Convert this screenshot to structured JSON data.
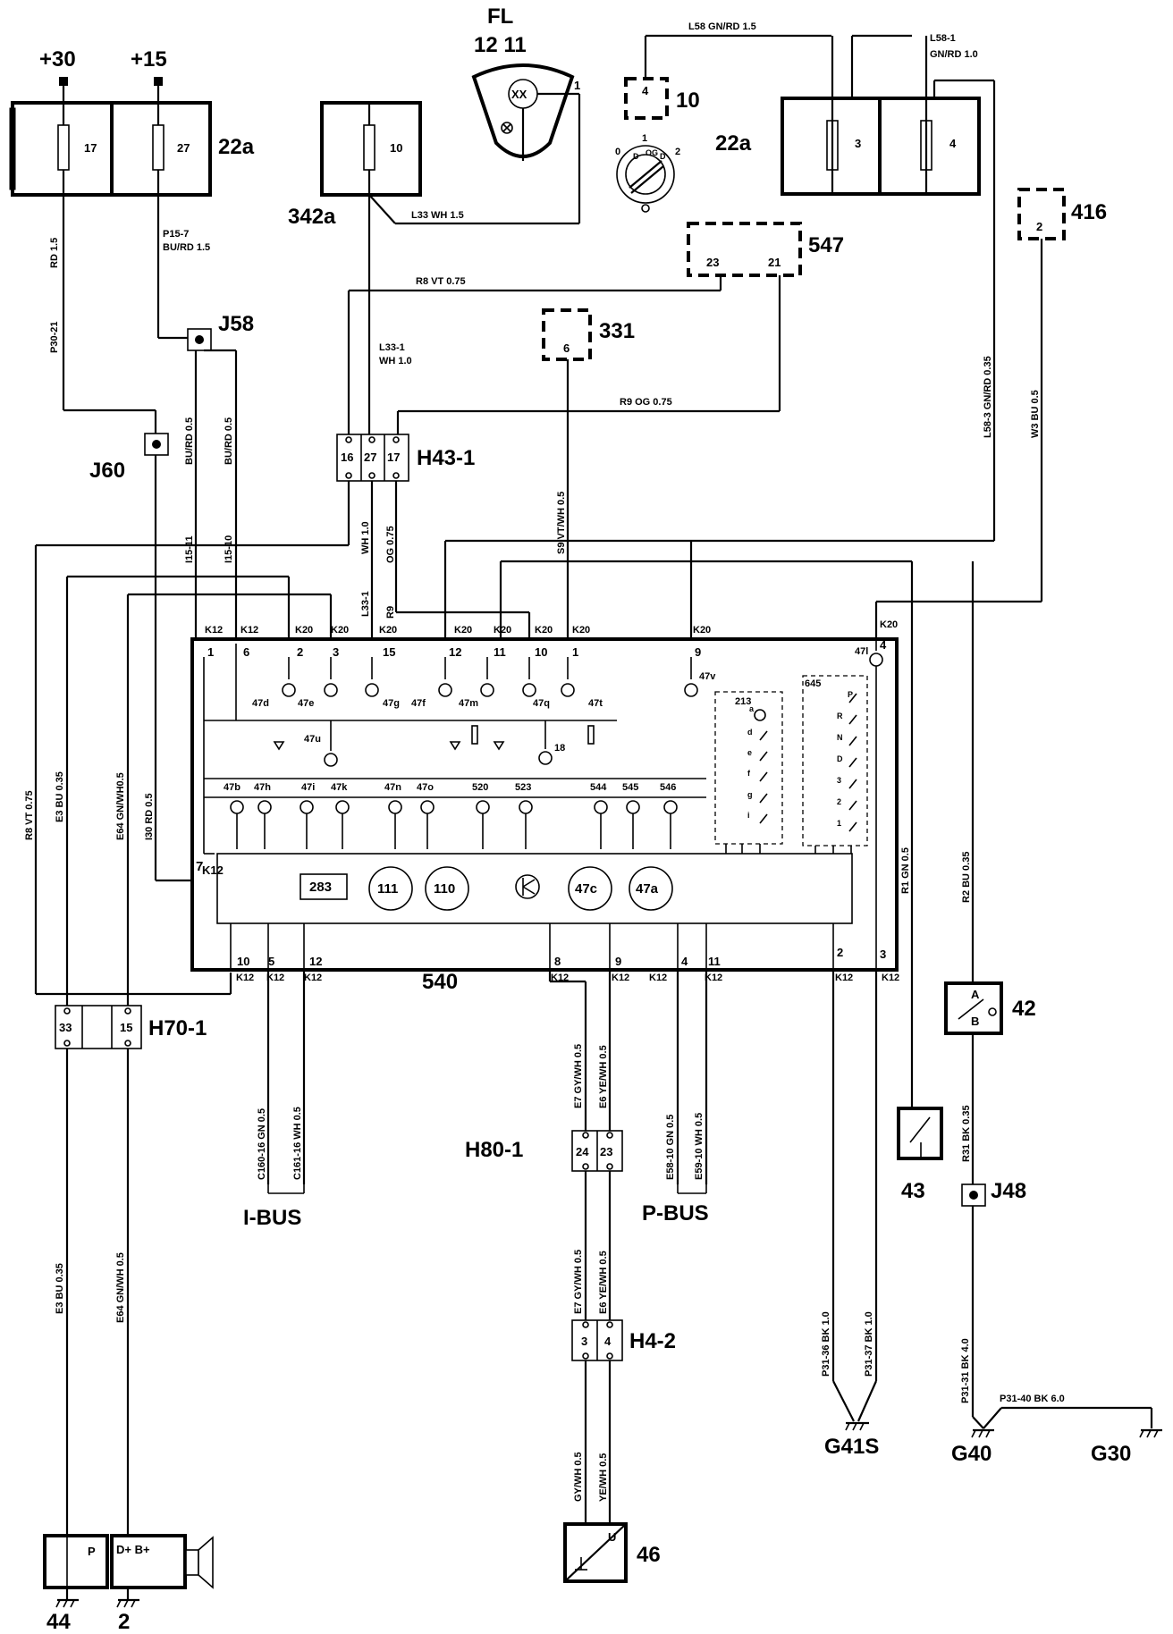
{
  "top": {
    "fl_label": "FL",
    "fl_pins": "12  11",
    "fl_pin1": "1",
    "plus30": "+30",
    "plus15": "+15"
  },
  "fusebox_left": {
    "label": "22a",
    "fuse_a": "17",
    "fuse_b": "27"
  },
  "fuse_342a": {
    "label": "342a",
    "fuse": "10"
  },
  "switch_10": {
    "label": "10",
    "pin": "4",
    "pos_0": "0",
    "pos_1": "1",
    "pos_2": "2"
  },
  "fusebox_right": {
    "label": "22a",
    "fuse_a": "3",
    "fuse_b": "4"
  },
  "comp_416": {
    "label": "416",
    "pin": "2"
  },
  "comp_547": {
    "label": "547",
    "pin_a": "23",
    "pin_b": "21"
  },
  "comp_331": {
    "label": "331",
    "pin": "6"
  },
  "connectors": {
    "j58": "J58",
    "j60": "J60",
    "j48": "J48",
    "h43_1": {
      "label": "H43-1",
      "pins": [
        "16",
        "27",
        "17"
      ]
    },
    "h70_1": {
      "label": "H70-1",
      "pins": [
        "33",
        "15"
      ]
    },
    "h80_1": {
      "label": "H80-1",
      "pins": [
        "24",
        "23"
      ]
    },
    "h4_2": {
      "label": "H4-2",
      "pins": [
        "3",
        "4"
      ]
    }
  },
  "wires": {
    "l58": "L58   GN/RD 1.5",
    "l58_1a": "L58-1",
    "l58_1b": "GN/RD 1.0",
    "l33": "L33   WH 1.5",
    "p15_7a": "P15-7",
    "p15_7b": "BU/RD  1.5",
    "r8_top": "R8   VT  0.75",
    "l33_1a": "L33-1",
    "l33_1b": "WH 1.0",
    "r9_top": "R9   OG  0.75",
    "rd15": "RD  1.5",
    "p30_21": "P30-21",
    "burd_a": "BU/RD  0.5",
    "burd_b": "BU/RD  0.5",
    "i15_11": "I15-11",
    "i15_10": "I15-10",
    "wh10": "WH 1.0",
    "l33_1v": "L33-1",
    "og075": "OG 0.75",
    "r9v": "R9",
    "s9": "S9   VT/WH  0.5",
    "l58_3": "L58-3    GN/RD  0.35",
    "w3": "W3  BU  0.5",
    "r8_left": "R8  VT  0.75",
    "e3_left": "E3  BU  0.35",
    "e64_left": "E64  GN/WH0.5",
    "i30": "I30    RD  0.5",
    "r1": "R1   GN  0.5",
    "r2": "R2   BU  0.35",
    "c160": "C160-16   GN  0.5",
    "c161": "C161-16   WH  0.5",
    "e7_top": "E7   GY/WH  0.5",
    "e6_top": "E6   YE/WH  0.5",
    "e58": "E58-10   GN  0.5",
    "e59": "E59-10   WH  0.5",
    "e7_mid": "E7   GY/WH  0.5",
    "e6_mid": "E6   YE/WH  0.5",
    "gywh_bot": "GY/WH  0.5",
    "yewh_bot": "YE/WH  0.5",
    "r31": "R31   BK  0.35",
    "p31_36": "P31-36    BK  1.0",
    "p31_37": "P31-37    BK  1.0",
    "p31_31": "P31-31    BK  4.0",
    "p31_40": "P31-40    BK  6.0",
    "e3_bot": "E3   BU  0.35",
    "e64_bot": "E64   GN/WH  0.5"
  },
  "cluster": {
    "label": "540",
    "top_pins": [
      {
        "k": "K12",
        "p": "1"
      },
      {
        "k": "K12",
        "p": "6"
      },
      {
        "k": "K20",
        "p": "2"
      },
      {
        "k": "K20",
        "p": "3"
      },
      {
        "k": "K20",
        "p": "15"
      },
      {
        "k": "K20",
        "p": "12"
      },
      {
        "k": "K20",
        "p": "11"
      },
      {
        "k": "K20",
        "p": "10"
      },
      {
        "k": "K20",
        "p": "1"
      },
      {
        "k": "K20",
        "p": "9"
      },
      {
        "k": "K20",
        "p": "4"
      }
    ],
    "k12_left": "K12",
    "pin7": "7",
    "bottom_pins": [
      {
        "k": "K12",
        "p": "10"
      },
      {
        "k": "K12",
        "p": "5"
      },
      {
        "k": "K12",
        "p": "12"
      },
      {
        "k": "K12",
        "p": "8"
      },
      {
        "k": "K12",
        "p": "9"
      },
      {
        "k": "K12",
        "p": "4"
      },
      {
        "k": "K12",
        "p": "11"
      },
      {
        "k": "K12",
        "p": "2"
      },
      {
        "k": "K12",
        "p": "3"
      }
    ],
    "lamps_row1": [
      "47d",
      "47e",
      "47g",
      "47f",
      "47m",
      "47q",
      "47t",
      "47v",
      "47l"
    ],
    "lamps_row2": [
      "47u",
      "18"
    ],
    "lamps_row3": [
      "47b",
      "47h",
      "47i",
      "47k",
      "47n",
      "47o",
      "520",
      "523",
      "544",
      "545",
      "546"
    ],
    "gauges": [
      "283",
      "111",
      "110",
      "47c",
      "47a"
    ],
    "block_213": {
      "label": "213",
      "items": [
        "a",
        "d",
        "e",
        "f",
        "g",
        "i"
      ]
    },
    "block_645": {
      "label": "645",
      "items": [
        "P",
        "R",
        "N",
        "D",
        "3",
        "2",
        "1"
      ]
    }
  },
  "buses": {
    "i_bus": "I-BUS",
    "p_bus": "P-BUS"
  },
  "grounds": {
    "g41s": "G41S",
    "g40": "G40",
    "g30": "G30"
  },
  "parts": {
    "p42": {
      "label": "42",
      "a": "A",
      "b": "B"
    },
    "p43": "43",
    "p46": {
      "label": "46",
      "u": "U"
    },
    "p44": {
      "label": "44",
      "p": "P"
    },
    "p2": {
      "label": "2",
      "text": "D+ B+"
    }
  }
}
